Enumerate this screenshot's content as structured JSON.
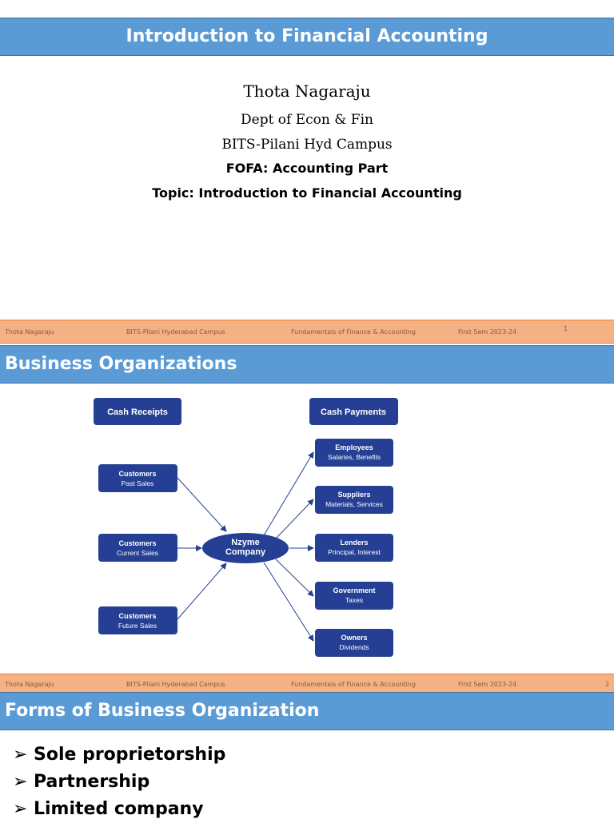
{
  "slide1": {
    "title": "Introduction to Financial Accounting",
    "author": "Thota Nagaraju",
    "dept": "Dept of Econ & Fin",
    "campus": "BITS-Pilani Hyd Campus",
    "course": "FOFA: Accounting Part",
    "topic": "Topic: Introduction to Financial Accounting"
  },
  "footer1": {
    "author": "Thota Nagaraju",
    "campus": "BITS-Pilani Hyderabad Campus",
    "course": "Fundamentals of Finance & Accounting",
    "semester": "First Sem 2023-24",
    "page": "1"
  },
  "slide2": {
    "title": "Business Organizations",
    "diagram": {
      "receipts_header": "Cash Receipts",
      "payments_header": "Cash Payments",
      "center_line1": "Nzyme",
      "center_line2": "Company",
      "sources": [
        {
          "title": "Customers",
          "sub": "Past Sales"
        },
        {
          "title": "Customers",
          "sub": "Current Sales"
        },
        {
          "title": "Customers",
          "sub": "Future Sales"
        }
      ],
      "payments": [
        {
          "title": "Employees",
          "sub": "Salaries, Benefits"
        },
        {
          "title": "Suppliers",
          "sub": "Materials, Services"
        },
        {
          "title": "Lenders",
          "sub": "Principal, Interest"
        },
        {
          "title": "Government",
          "sub": "Taxes"
        },
        {
          "title": "Owners",
          "sub": "Dividends"
        }
      ]
    }
  },
  "footer2": {
    "author": "Thota Nagaraju",
    "campus": "BITS-Pilani Hyderabad Campus",
    "course": "Fundamentals of Finance & Accounting",
    "semester": "First Sem 2023-24",
    "page": "2"
  },
  "slide3": {
    "title": "Forms of Business Organization",
    "bullets": [
      "Sole proprietorship",
      "Partnership",
      "Limited company"
    ]
  },
  "colors": {
    "title_bar": "#5b9bd5",
    "footer_bar": "#f4b183",
    "diagram_box": "#243f94"
  },
  "icons": {
    "bullet": "arrow-bullet-icon"
  }
}
